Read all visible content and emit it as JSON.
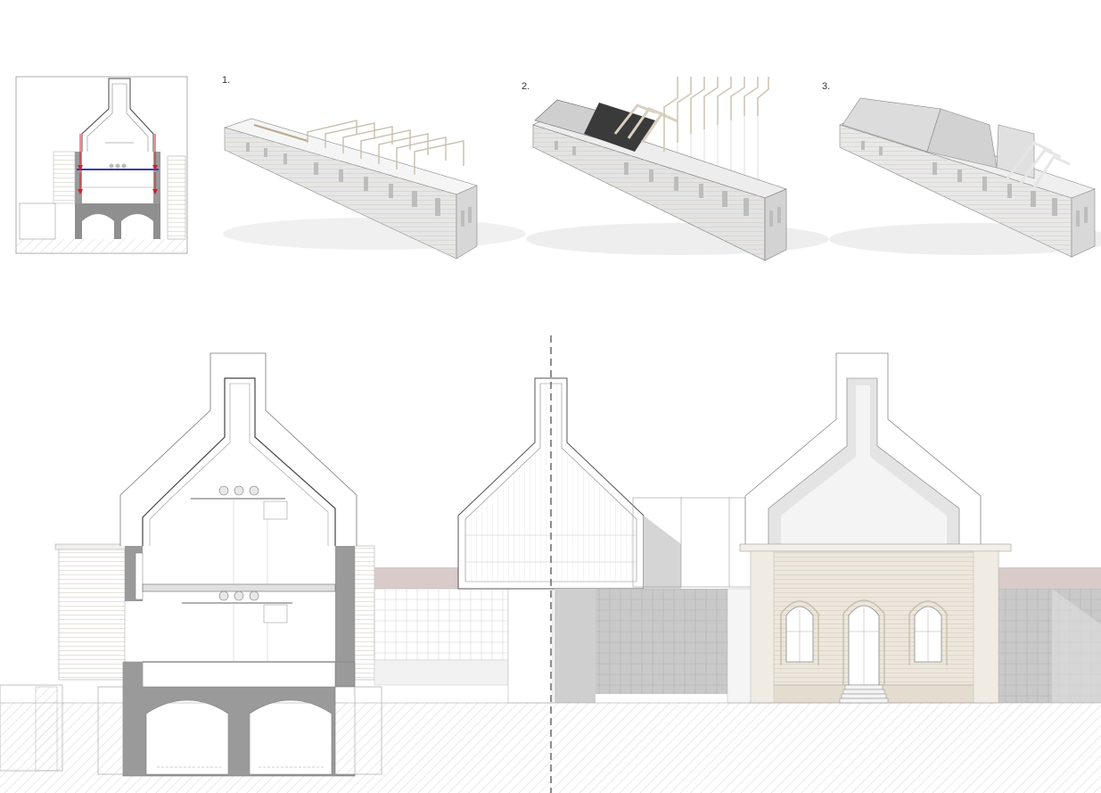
{
  "steps": [
    {
      "label": "1."
    },
    {
      "label": "2."
    },
    {
      "label": "3."
    }
  ],
  "colors": {
    "cut_fill": "#9a9a9a",
    "wall_fill": "#e8e6e1",
    "facade_fill": "#ece6dc",
    "roof_band": "#d3c4c2",
    "shadow": "#d9d9d9",
    "arrow_red": "#d0202a",
    "arrow_blue": "#3a3ab0",
    "ground_hatch": "#d9d9d9"
  }
}
